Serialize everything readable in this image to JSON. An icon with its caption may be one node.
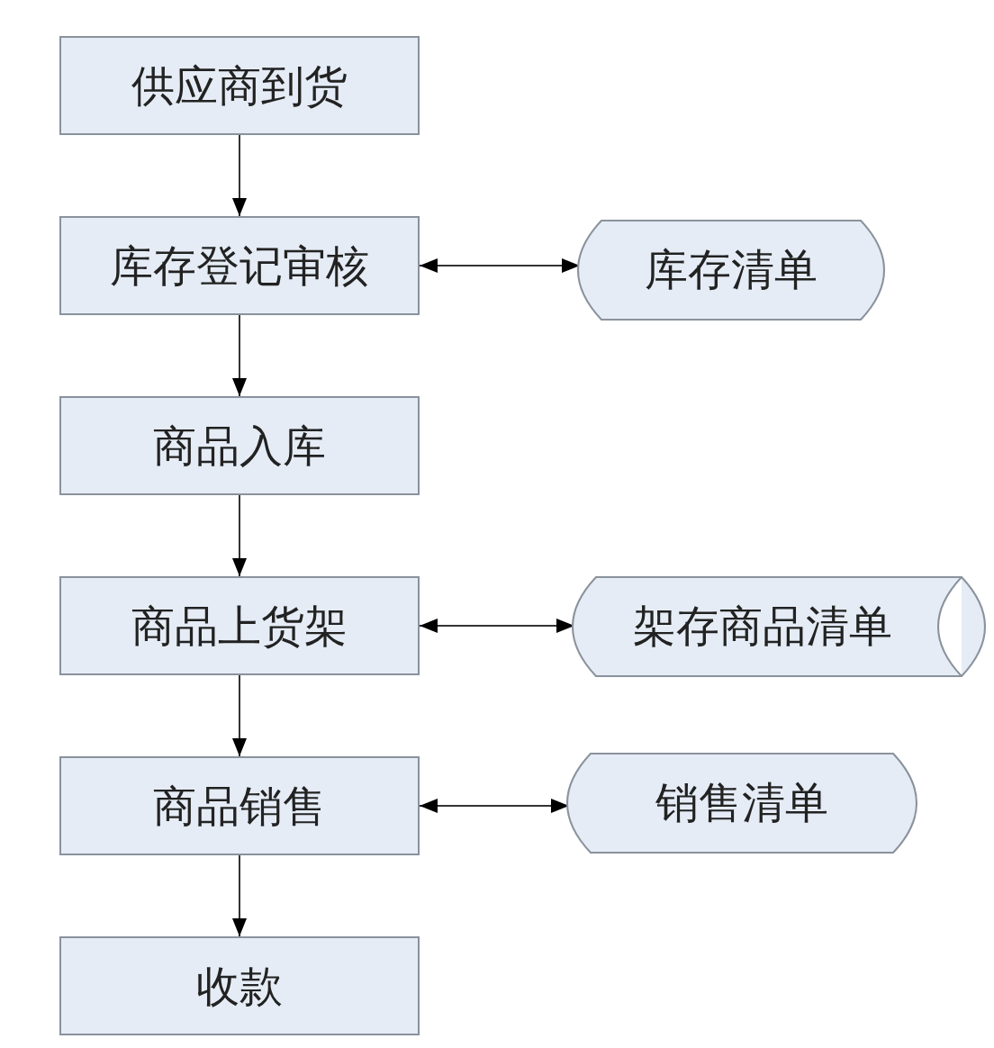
{
  "diagram": {
    "nodes": [
      {
        "text": [
          "供应商到货"
        ]
      },
      {
        "text": [
          "库存登记审核"
        ]
      },
      {
        "text": [
          "库存清单"
        ]
      },
      {
        "text": [
          "商品入库"
        ]
      },
      {
        "text": [
          "商品上货架"
        ]
      },
      {
        "text": [
          "架存商品清单"
        ]
      },
      {
        "text": [
          "商品销售"
        ]
      },
      {
        "text": [
          "销售清单"
        ]
      },
      {
        "text": [
          "收款"
        ]
      }
    ],
    "edges": [
      {
        "from": 0,
        "to": 1,
        "arrow": "to"
      },
      {
        "from": 1,
        "to": 2,
        "arrow": "both"
      },
      {
        "from": 1,
        "to": 3,
        "arrow": "to"
      },
      {
        "from": 3,
        "to": 4,
        "arrow": "to"
      },
      {
        "from": 4,
        "to": 5,
        "arrow": "both"
      },
      {
        "from": 4,
        "to": 6,
        "arrow": "to"
      },
      {
        "from": 6,
        "to": 7,
        "arrow": "both"
      },
      {
        "from": 6,
        "to": 8,
        "arrow": "to"
      }
    ]
  }
}
